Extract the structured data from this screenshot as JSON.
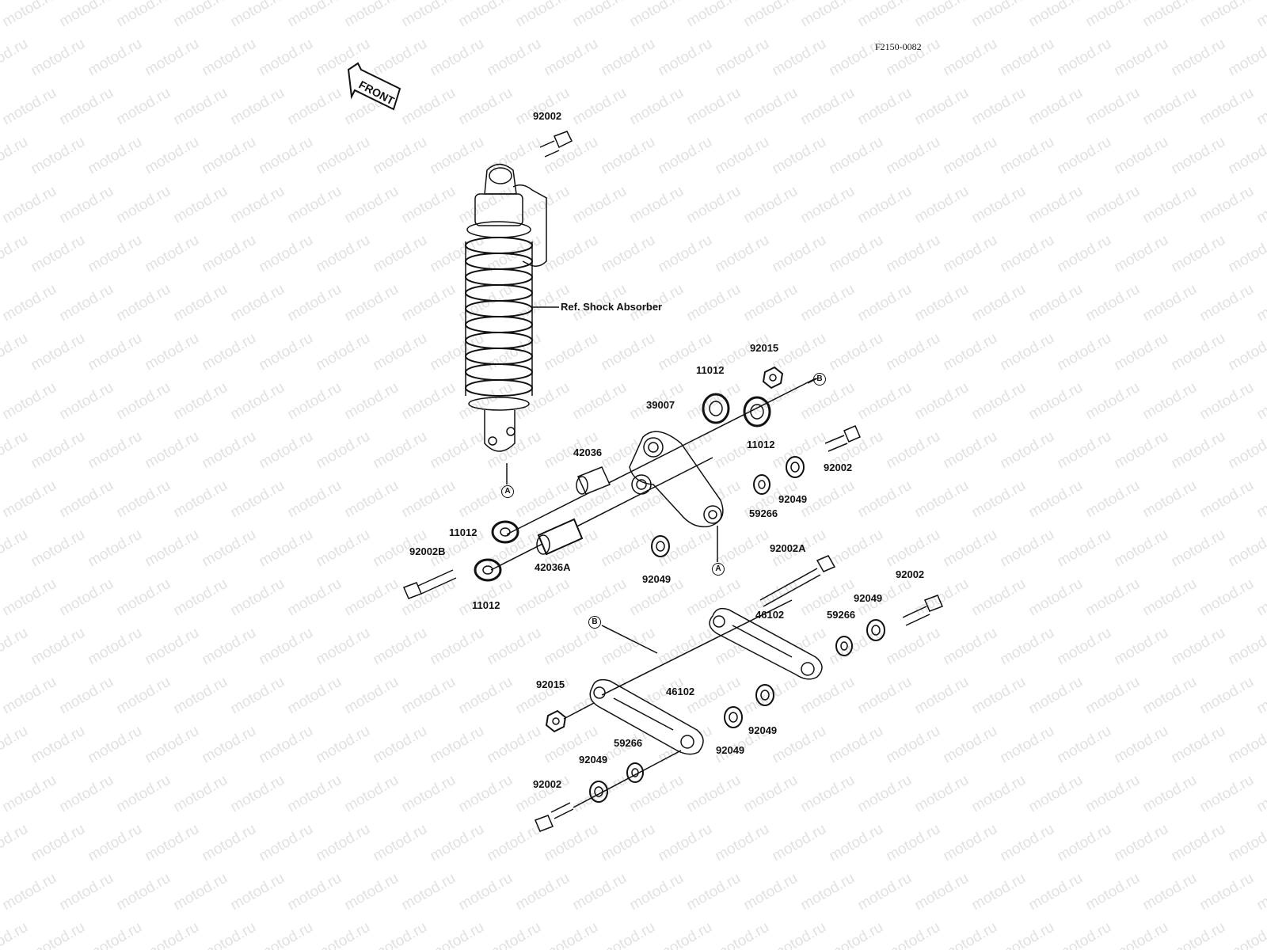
{
  "figure_id": "F2150-0082",
  "watermark": "motod.ru",
  "front_label": "FRONT",
  "reference": "Ref. Shock Absorber",
  "letters": {
    "a": "A",
    "b": "B"
  },
  "parts": {
    "p92002_top": "92002",
    "p92015_top": "92015",
    "p11012_top": "11012",
    "p11012_r": "11012",
    "p39007": "39007",
    "p42036": "42036",
    "p92002_r": "92002",
    "p92049_r": "92049",
    "p59266_r": "59266",
    "p11012_l": "11012",
    "p92002B": "92002B",
    "p42036A": "42036A",
    "p11012_b": "11012",
    "p92049_c": "92049",
    "p92002A": "92002A",
    "p92002_rr": "92002",
    "p92049_rr": "92049",
    "p46102_top": "46102",
    "p59266_rr": "59266",
    "p92015_bl": "92015",
    "p46102_bot": "46102",
    "p92049_bm": "92049",
    "p92049_bc": "92049",
    "p59266_bl": "59266",
    "p92049_bl": "92049",
    "p92002_bl": "92002"
  }
}
